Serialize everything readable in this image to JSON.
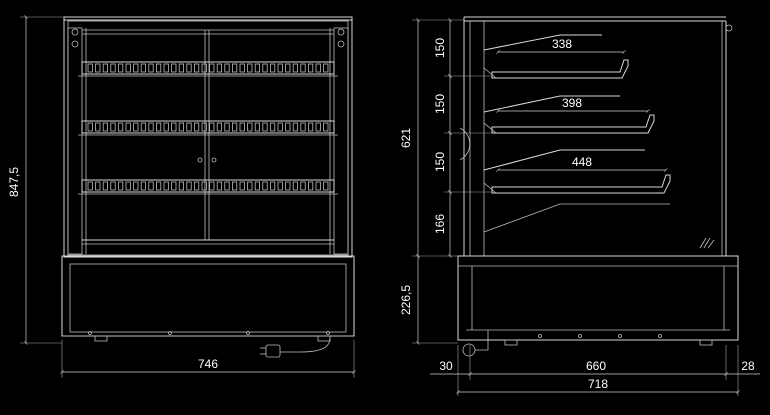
{
  "front_view": {
    "overall_height": "847,5",
    "width": "746"
  },
  "side_view": {
    "shelf_depths": [
      "338",
      "398",
      "448"
    ],
    "shelf_spacings": [
      "150",
      "150",
      "150",
      "166"
    ],
    "glass_height": "621",
    "base_height": "226,5",
    "inner_depth": "660",
    "rear_offset": "30",
    "front_offset": "28",
    "overall_depth": "718"
  }
}
